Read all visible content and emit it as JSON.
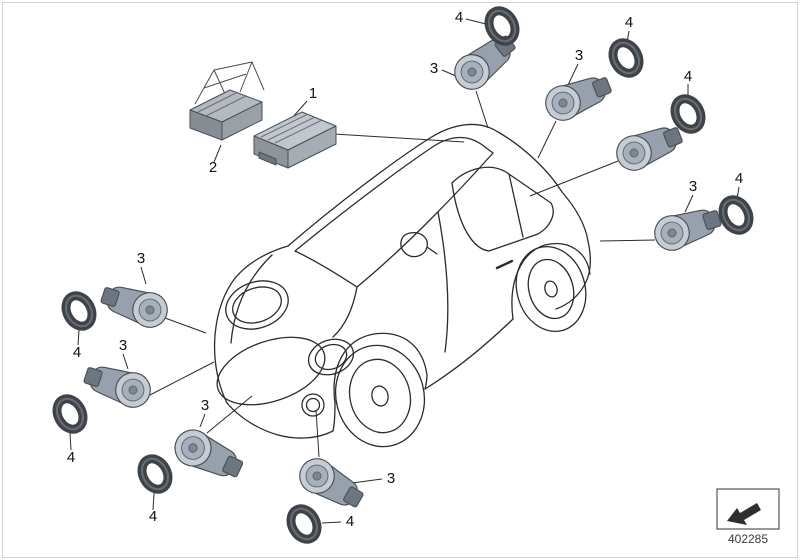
{
  "diagram": {
    "part_number": "402285",
    "legend_icon": "section-arrow-icon",
    "callouts": {
      "unit1": {
        "label": "1"
      },
      "unit2": {
        "label": "2"
      },
      "sensor_top": {
        "label": "3"
      },
      "ring_top": {
        "label": "4"
      },
      "sensor_upper_right": {
        "label": "3"
      },
      "ring_upper_right": {
        "label": "4"
      },
      "ring_right": {
        "label": "4"
      },
      "sensor_far_right": {
        "label": "3"
      },
      "ring_far_right": {
        "label": "4"
      },
      "sensor_left": {
        "label": "3"
      },
      "ring_left": {
        "label": "4"
      },
      "sensor_left_lower": {
        "label": "3"
      },
      "ring_left_lower": {
        "label": "4"
      },
      "sensor_bottom_left": {
        "label": "3"
      },
      "ring_bottom_left": {
        "label": "4"
      },
      "sensor_bottom_center": {
        "label": "3"
      },
      "ring_bottom_center": {
        "label": "4"
      }
    },
    "colors": {
      "line": "#2b2b2b",
      "sensor_body": "#97a1ad",
      "sensor_face": "#c6ccd3",
      "ring": "#3f4347"
    }
  }
}
